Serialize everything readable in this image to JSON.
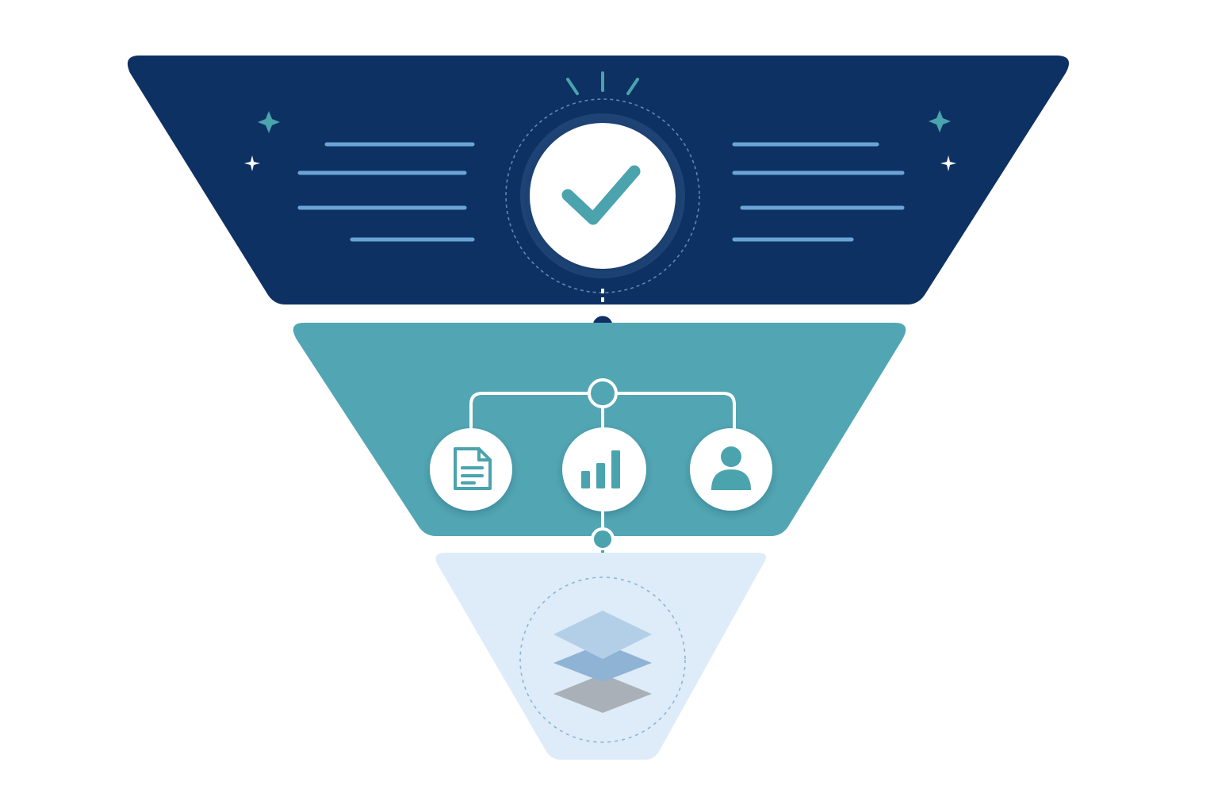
{
  "colors": {
    "background": "#ffffff",
    "tier_top": "#0e3163",
    "tier_middle": "#52a6b3",
    "tier_bottom": "#ddecf8",
    "accent_teal": "#4aa3ad",
    "text_line_blue": "#6aa4d6",
    "connector_navy": "#0e3163",
    "icon_circle": "#ffffff",
    "layer_top": "#b3cfe8",
    "layer_middle": "#8fb3d4",
    "layer_bottom": "#a9b0b8"
  },
  "tiers": [
    {
      "id": "top",
      "icon": "check-icon"
    },
    {
      "id": "middle",
      "icons": [
        "document-icon",
        "bar-chart-icon",
        "user-icon"
      ]
    },
    {
      "id": "bottom",
      "icon": "layers-icon"
    }
  ],
  "decorations": [
    "sparkle-icon",
    "sparkle-icon",
    "sparkle-icon",
    "sparkle-icon",
    "burst-rays-icon"
  ]
}
